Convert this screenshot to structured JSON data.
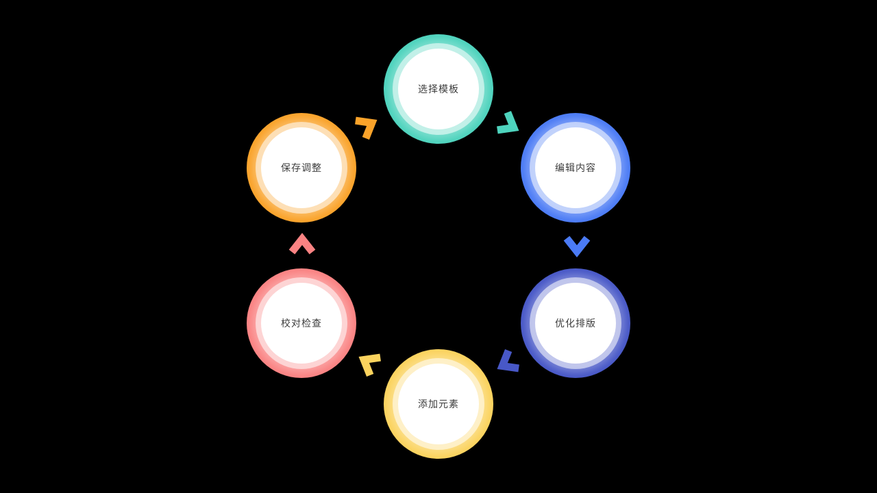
{
  "diagram": {
    "type": "cycle",
    "flow_direction": "clockwise",
    "background_color": "#000000",
    "label_color": "#3c3c3c",
    "nodes": [
      {
        "label": "选择模板",
        "color": "#4ed3bd",
        "position": "top"
      },
      {
        "label": "编辑内容",
        "color": "#4b7bf5",
        "position": "top-right"
      },
      {
        "label": "优化排版",
        "color": "#4858c7",
        "position": "bottom-right"
      },
      {
        "label": "添加元素",
        "color": "#fbd35e",
        "position": "bottom"
      },
      {
        "label": "校对检查",
        "color": "#fa8383",
        "position": "bottom-left"
      },
      {
        "label": "保存调整",
        "color": "#faa32a",
        "position": "top-left"
      }
    ],
    "arrows": [
      {
        "from": "选择模板",
        "to": "编辑内容",
        "color": "#4ed3bd"
      },
      {
        "from": "编辑内容",
        "to": "优化排版",
        "color": "#4b7bf5"
      },
      {
        "from": "优化排版",
        "to": "添加元素",
        "color": "#4858c7"
      },
      {
        "from": "添加元素",
        "to": "校对检查",
        "color": "#fbd35e"
      },
      {
        "from": "校对检查",
        "to": "保存调整",
        "color": "#fa8383"
      },
      {
        "from": "保存调整",
        "to": "选择模板",
        "color": "#faa32a"
      }
    ]
  }
}
